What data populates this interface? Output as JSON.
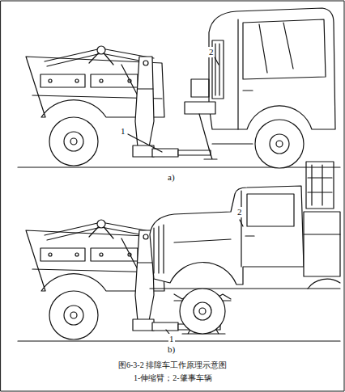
{
  "diagram": {
    "caption": "图6-3-2 排障车工作原理示意图",
    "labels": [
      "2",
      "1",
      "a)",
      "2",
      "1",
      "b)",
      "1-伸缩臂；2-肇事车辆"
    ]
  }
}
